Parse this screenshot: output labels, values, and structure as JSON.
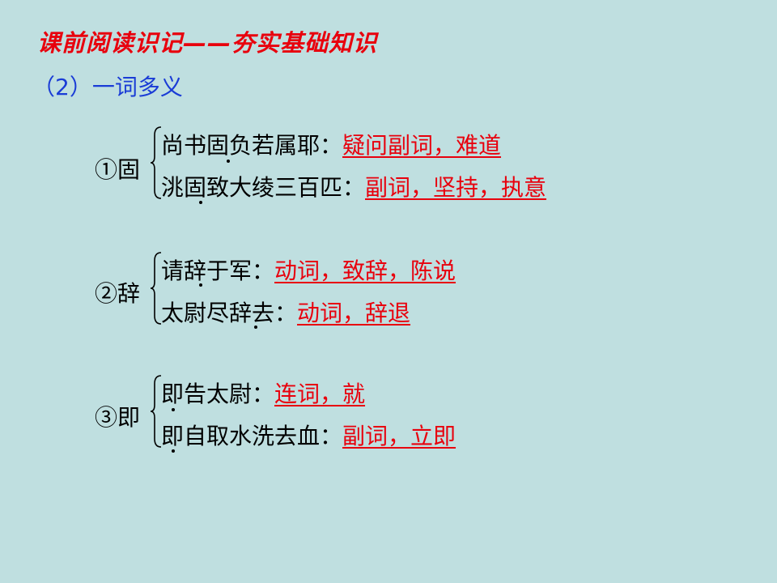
{
  "header": {
    "title": "课前阅读识记——夯实基础知识",
    "subtitle": "（2）一词多义"
  },
  "groups": [
    {
      "label": "①固",
      "lines": [
        {
          "sentence": "尚书固负若属耶：",
          "answer": "疑问副词，难道"
        },
        {
          "sentence": "洮固致大绫三百匹：",
          "answer": "副词，坚持，执意"
        }
      ]
    },
    {
      "label": "②辞",
      "lines": [
        {
          "sentence": "请辞于军：",
          "answer": "动词，致辞，陈说"
        },
        {
          "sentence": "太尉尽辞去：",
          "answer": "动词，辞退"
        }
      ]
    },
    {
      "label": "③即",
      "lines": [
        {
          "sentence": "即告太尉：",
          "answer": "连词，就"
        },
        {
          "sentence": "即自取水洗去血：",
          "answer": "副词，立即"
        }
      ]
    }
  ],
  "colors": {
    "background": "#bfdfe0",
    "title": "#e8000d",
    "subtitle": "#1a3cd6",
    "answer": "#e8000d"
  }
}
